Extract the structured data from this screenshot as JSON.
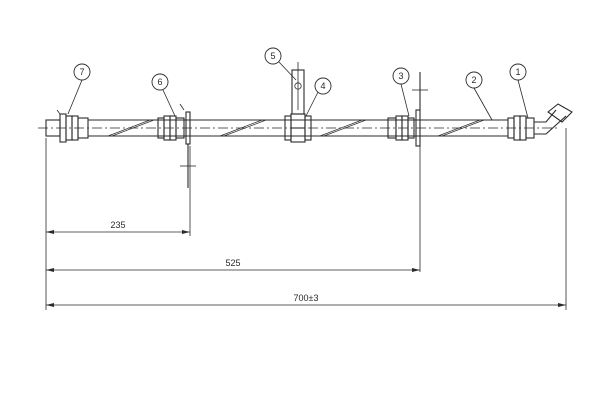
{
  "callouts": [
    "1",
    "2",
    "3",
    "4",
    "5",
    "6",
    "7"
  ],
  "dimensions": {
    "d235": "235",
    "d525": "525",
    "d700": "700±3"
  }
}
